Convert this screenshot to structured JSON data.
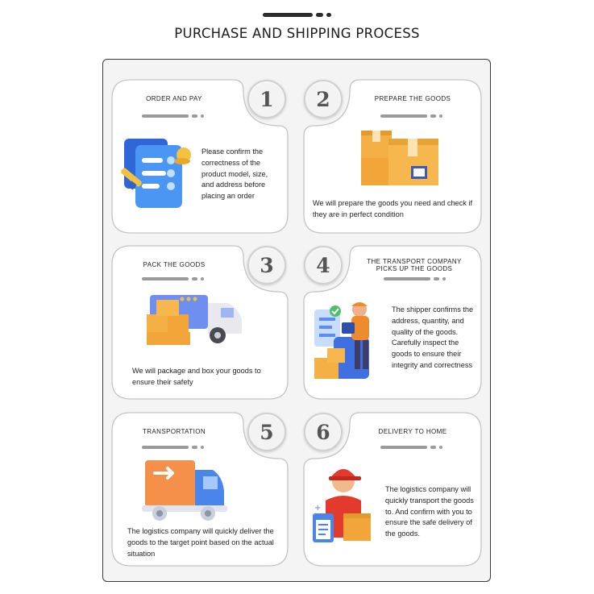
{
  "page": {
    "title": "PURCHASE AND SHIPPING PROCESS"
  },
  "steps": [
    {
      "number": "1",
      "title": "ORDER AND PAY",
      "icon": "order-form-icon",
      "description": "Please confirm the correctness of the product model, size, and address before placing an order"
    },
    {
      "number": "2",
      "title": "PREPARE THE GOODS",
      "icon": "boxes-icon",
      "description": "We will prepare the goods you need and check if they are in perfect condition"
    },
    {
      "number": "3",
      "title": "PACK THE GOODS",
      "icon": "packed-truck-icon",
      "description": "We will package and box your goods to ensure their safety"
    },
    {
      "number": "4",
      "title_line1": "THE TRANSPORT COMPANY",
      "title_line2": "PICKS UP THE GOODS",
      "icon": "shipper-icon",
      "description": "The shipper confirms the address, quantity, and quality of the goods. Carefully inspect the goods to ensure their integrity and correctness"
    },
    {
      "number": "5",
      "title": "TRANSPORTATION",
      "icon": "truck-icon",
      "description": "The logistics company will quickly deliver the goods to the target point based on the actual situation"
    },
    {
      "number": "6",
      "title": "DELIVERY TO HOME",
      "icon": "courier-icon",
      "description": "The logistics company will quickly transport the goods to. And confirm with you to ensure the safe delivery of the goods."
    }
  ],
  "colors": {
    "card": "#ffffff",
    "card_border": "#bdbdbd",
    "frame_bg": "#f4f4f4",
    "accent_orange": "#f2a33a",
    "accent_blue": "#3d7ee8"
  }
}
